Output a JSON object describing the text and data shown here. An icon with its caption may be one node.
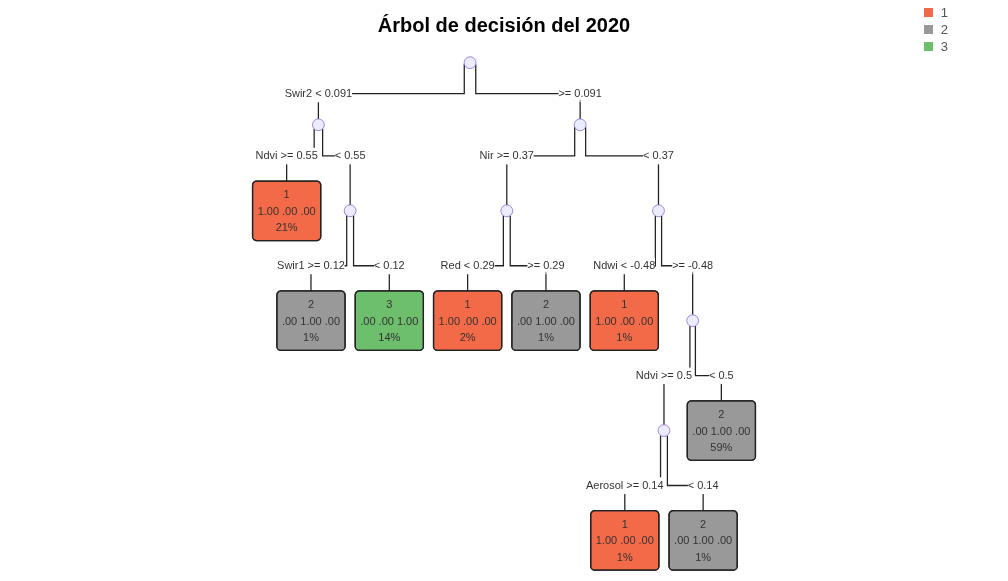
{
  "diagram": {
    "title": "Árbol de decisión del 2020",
    "nodes": [
      {
        "text": [],
        "shape": "point"
      },
      {
        "text": [],
        "shape": "point"
      },
      {
        "text": [],
        "shape": "point"
      },
      {
        "text": [],
        "shape": "point"
      },
      {
        "text": [],
        "shape": "point"
      },
      {
        "text": [],
        "shape": "point"
      },
      {
        "text": [],
        "shape": "point"
      },
      {
        "text": [],
        "shape": "point"
      },
      {
        "text": [
          "1",
          "1.00 .00 .00",
          "21%"
        ]
      },
      {
        "text": [
          "2",
          ".00 1.00 .00",
          "1%"
        ]
      },
      {
        "text": [
          "3",
          ".00 .00 1.00",
          "14%"
        ]
      },
      {
        "text": [
          "1",
          "1.00 .00 .00",
          "2%"
        ]
      },
      {
        "text": [
          "2",
          ".00 1.00 .00",
          "1%"
        ]
      },
      {
        "text": [
          "1",
          "1.00 .00 .00",
          "1%"
        ]
      },
      {
        "text": [
          "1",
          "1.00 .00 .00",
          "1%"
        ]
      },
      {
        "text": [
          "2",
          ".00 1.00 .00",
          "1%"
        ]
      },
      {
        "text": [
          "2",
          ".00 1.00 .00",
          "59%"
        ]
      }
    ],
    "edges": [
      {
        "from": 0,
        "to": 1,
        "arrow": "none",
        "label": "Swir2 < 0.091"
      },
      {
        "from": 0,
        "to": 2,
        "arrow": "none",
        "label": ">= 0.091"
      },
      {
        "from": 1,
        "to": 8,
        "arrow": "none",
        "label": "Ndvi >= 0.55"
      },
      {
        "from": 1,
        "to": 3,
        "arrow": "none",
        "label": "< 0.55"
      },
      {
        "from": 3,
        "to": 9,
        "arrow": "none",
        "label": "Swir1 >= 0.12"
      },
      {
        "from": 3,
        "to": 10,
        "arrow": "none",
        "label": "< 0.12"
      },
      {
        "from": 2,
        "to": 4,
        "arrow": "none",
        "label": "Nir >= 0.37"
      },
      {
        "from": 2,
        "to": 5,
        "arrow": "none",
        "label": "< 0.37"
      },
      {
        "from": 4,
        "to": 11,
        "arrow": "none",
        "label": "Red < 0.29"
      },
      {
        "from": 4,
        "to": 12,
        "arrow": "none",
        "label": ">= 0.29"
      },
      {
        "from": 5,
        "to": 13,
        "arrow": "none",
        "label": "Ndwi < -0.48"
      },
      {
        "from": 5,
        "to": 6,
        "arrow": "none",
        "label": ">= -0.48"
      },
      {
        "from": 6,
        "to": 7,
        "arrow": "none",
        "label": "Ndvi >= 0.5"
      },
      {
        "from": 6,
        "to": 16,
        "arrow": "none",
        "label": "< 0.5"
      },
      {
        "from": 7,
        "to": 14,
        "arrow": "none",
        "label": "Aerosol >= 0.14"
      },
      {
        "from": 7,
        "to": 15,
        "arrow": "none",
        "label": "< 0.14"
      }
    ],
    "legend": [
      {
        "text": "1",
        "color": "#f26a48"
      },
      {
        "text": "2",
        "color": "#999999"
      },
      {
        "text": "3",
        "color": "#6dbf6d"
      }
    ]
  }
}
